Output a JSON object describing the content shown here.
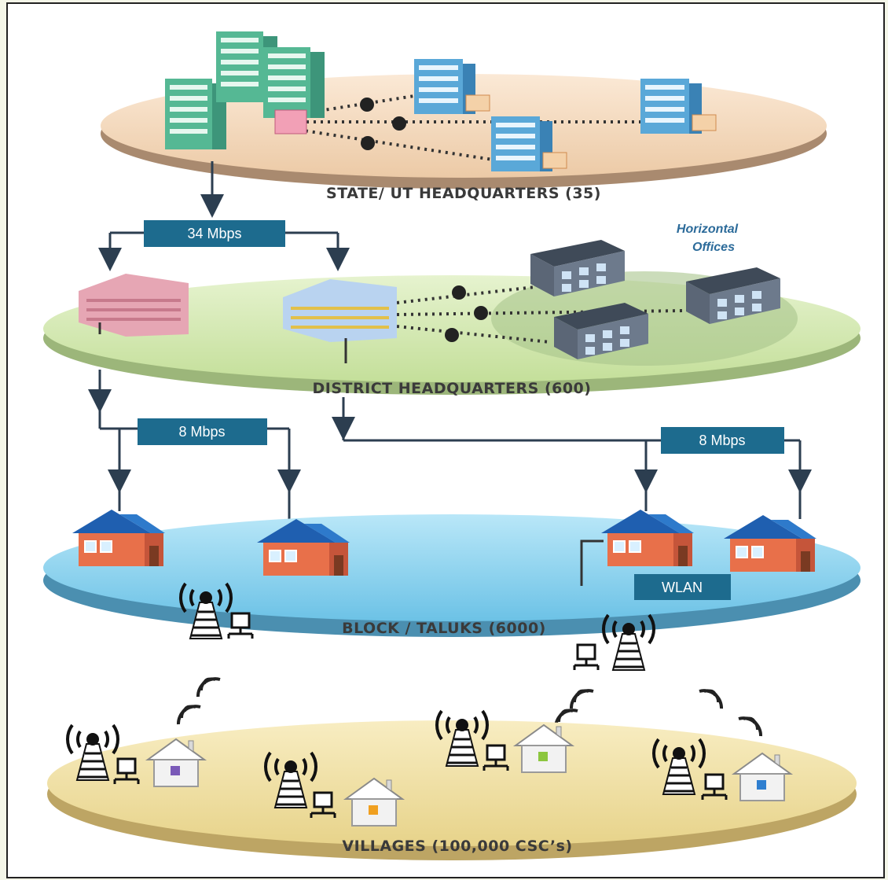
{
  "tiers": {
    "state": "STATE/ UT HEADQUARTERS (35)",
    "district": "DISTRICT HEADQUARTERS (600)",
    "block": "BLOCK / TALUKS (6000)",
    "villages": "VILLAGES (100,000 CSC’s)"
  },
  "links": {
    "state_district": "34 Mbps",
    "district_block_left": "8 Mbps",
    "district_block_right": "8 Mbps",
    "wlan": "WLAN"
  },
  "annotations": {
    "horizontal_1": "Horizontal",
    "horizontal_2": "Offices"
  },
  "colors": {
    "state_disc": "#f3dcc2",
    "district_disc": "#d7e9b8",
    "block_disc": "#8fd3ef",
    "villages_disc": "#f2e3a6",
    "label_box": "#1d6b8e",
    "connector": "#2c3e50"
  }
}
